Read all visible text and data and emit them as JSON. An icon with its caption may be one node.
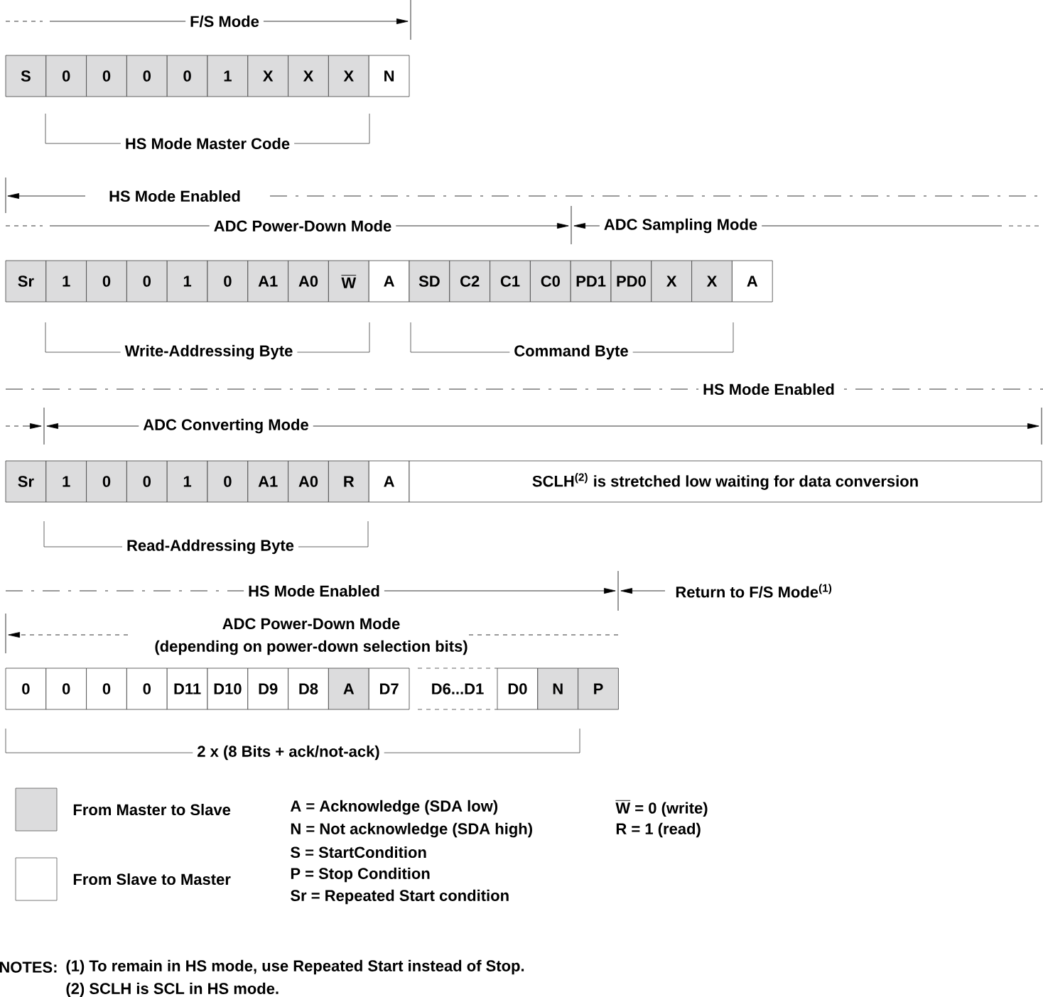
{
  "diagram": {
    "nodes": [
      {
        "text": [
          "S"
        ]
      },
      {
        "text": [
          "0"
        ]
      },
      {
        "text": [
          "0"
        ]
      },
      {
        "text": [
          "0"
        ]
      },
      {
        "text": [
          "0"
        ]
      },
      {
        "text": [
          "1"
        ]
      },
      {
        "text": [
          "X"
        ]
      },
      {
        "text": [
          "X"
        ]
      },
      {
        "text": [
          "X"
        ]
      },
      {
        "text": [
          "N"
        ]
      },
      {
        "text": [
          "Sr"
        ]
      },
      {
        "text": [
          "1"
        ]
      },
      {
        "text": [
          "0"
        ]
      },
      {
        "text": [
          "0"
        ]
      },
      {
        "text": [
          "1"
        ]
      },
      {
        "text": [
          "0"
        ]
      },
      {
        "text": [
          "A1"
        ]
      },
      {
        "text": [
          "A0"
        ]
      },
      {
        "text": [
          "\\overline{\\text{W}}"
        ]
      },
      {
        "text": [
          "A"
        ]
      },
      {
        "text": [
          "SD"
        ]
      },
      {
        "text": [
          "C2"
        ]
      },
      {
        "text": [
          "C1"
        ]
      },
      {
        "text": [
          "C0"
        ]
      },
      {
        "text": [
          "PD1"
        ]
      },
      {
        "text": [
          "PD0"
        ]
      },
      {
        "text": [
          "X"
        ]
      },
      {
        "text": [
          "X"
        ]
      },
      {
        "text": [
          "A"
        ]
      },
      {
        "text": [
          "Sr"
        ]
      },
      {
        "text": [
          "1"
        ]
      },
      {
        "text": [
          "0"
        ]
      },
      {
        "text": [
          "0"
        ]
      },
      {
        "text": [
          "1"
        ]
      },
      {
        "text": [
          "0"
        ]
      },
      {
        "text": [
          "A1"
        ]
      },
      {
        "text": [
          "A0"
        ]
      },
      {
        "text": [
          "R"
        ]
      },
      {
        "text": [
          "A"
        ]
      },
      {
        "text": [
          "SCLH$^{(2)}$ is stretched low waiting for data conversion"
        ]
      },
      {
        "text": [
          "0"
        ]
      },
      {
        "text": [
          "0"
        ]
      },
      {
        "text": [
          "0"
        ]
      },
      {
        "text": [
          "0"
        ]
      },
      {
        "text": [
          "D11"
        ]
      },
      {
        "text": [
          "D10"
        ]
      },
      {
        "text": [
          "D9"
        ]
      },
      {
        "text": [
          "D8"
        ]
      },
      {
        "text": [
          "A"
        ]
      },
      {
        "text": [
          "D7"
        ]
      },
      {
        "text": [
          "D6...D1"
        ]
      },
      {
        "text": [
          "D0"
        ]
      },
      {
        "text": [
          "N"
        ]
      },
      {
        "text": [
          "P"
        ]
      }
    ],
    "labels": [
      "F/S Mode",
      "HS Mode Master Code",
      "HS Mode Enabled",
      "ADC Power-Down Mode",
      "ADC Sampling Mode",
      "Write-Addressing Byte",
      "Command Byte",
      "HS Mode Enabled",
      "ADC Converting Mode",
      "Read-Addressing Byte",
      "HS Mode Enabled",
      "Return to F/S Mode$^{(1)}$",
      "ADC Power-Down Mode",
      "(depending on power-down selection bits)",
      "2 x (8 Bits + ack/not-ack)",
      "A = Acknowledge (SDA low)",
      "N = Not acknowledge (SDA high)",
      "S = StartCondition",
      "P = Stop Condition",
      "Sr = Repeated Start condition",
      "\\overline{\\text{W}}\\text{ = 0 (write)}",
      "R = 1 (read)",
      "NOTES:",
      "(1) To remain in HS mode, use Repeated Start instead of Stop.",
      "(2) SCLH is SCL in HS mode."
    ],
    "legend": [
      {
        "text": "From Master to Slave",
        "color": "#dcdcdd"
      },
      {
        "text": "From Slave to Master"
      }
    ]
  }
}
